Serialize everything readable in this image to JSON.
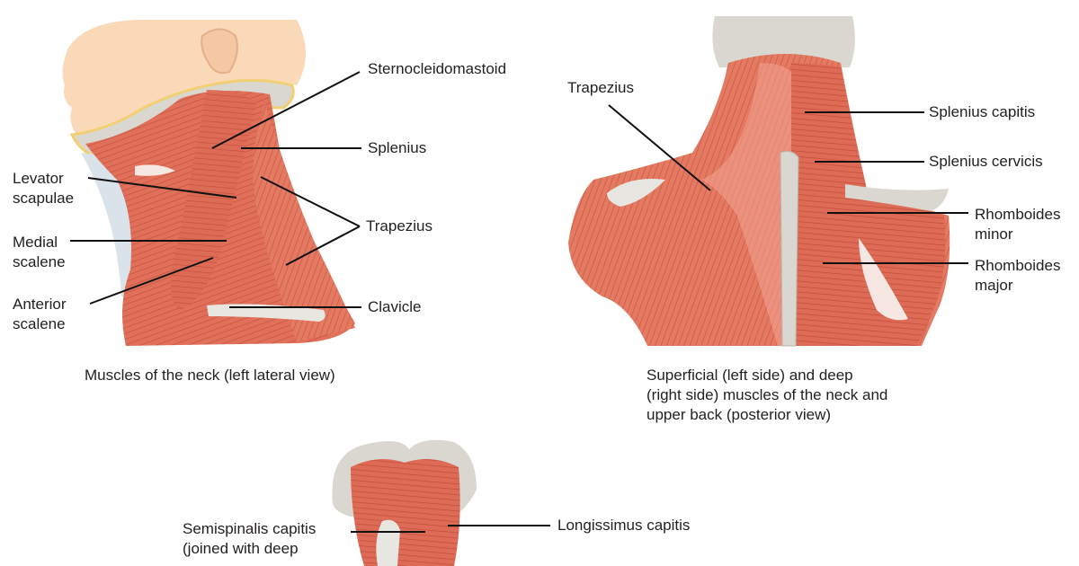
{
  "panels": {
    "lateral": {
      "caption": "Muscles of the neck (left lateral view)",
      "labels": {
        "sternocleidomastoid": "Sternocleidomastoid",
        "splenius": "Splenius",
        "trapezius": "Trapezius",
        "clavicle": "Clavicle",
        "levator_scapulae": "Levator\nscapulae",
        "medial_scalene": "Medial\nscalene",
        "anterior_scalene": "Anterior\nscalene"
      }
    },
    "posterior": {
      "caption": "Superficial (left side) and deep\n(right side) muscles of the neck and\nupper back (posterior view)",
      "labels": {
        "trapezius": "Trapezius",
        "splenius_capitis": "Splenius capitis",
        "splenius_cervicis": "Splenius cervicis",
        "rhomboides_minor": "Rhomboides\nminor",
        "rhomboides_major": "Rhomboides\nmajor"
      }
    },
    "deep_posterior": {
      "labels": {
        "semispinalis_capitis": "Semispinalis capitis\n(joined with deep",
        "longissimus_capitis": "Longissimus capitis"
      }
    }
  },
  "colors": {
    "muscle": "#e0705a",
    "muscle_dark": "#c4513e",
    "muscle_light": "#f2a493",
    "tendon": "#f6e7e2",
    "bone": "#d9d7cf",
    "skin": "#f9d9b8",
    "fat": "#f1cf72",
    "leader": "#111111"
  }
}
